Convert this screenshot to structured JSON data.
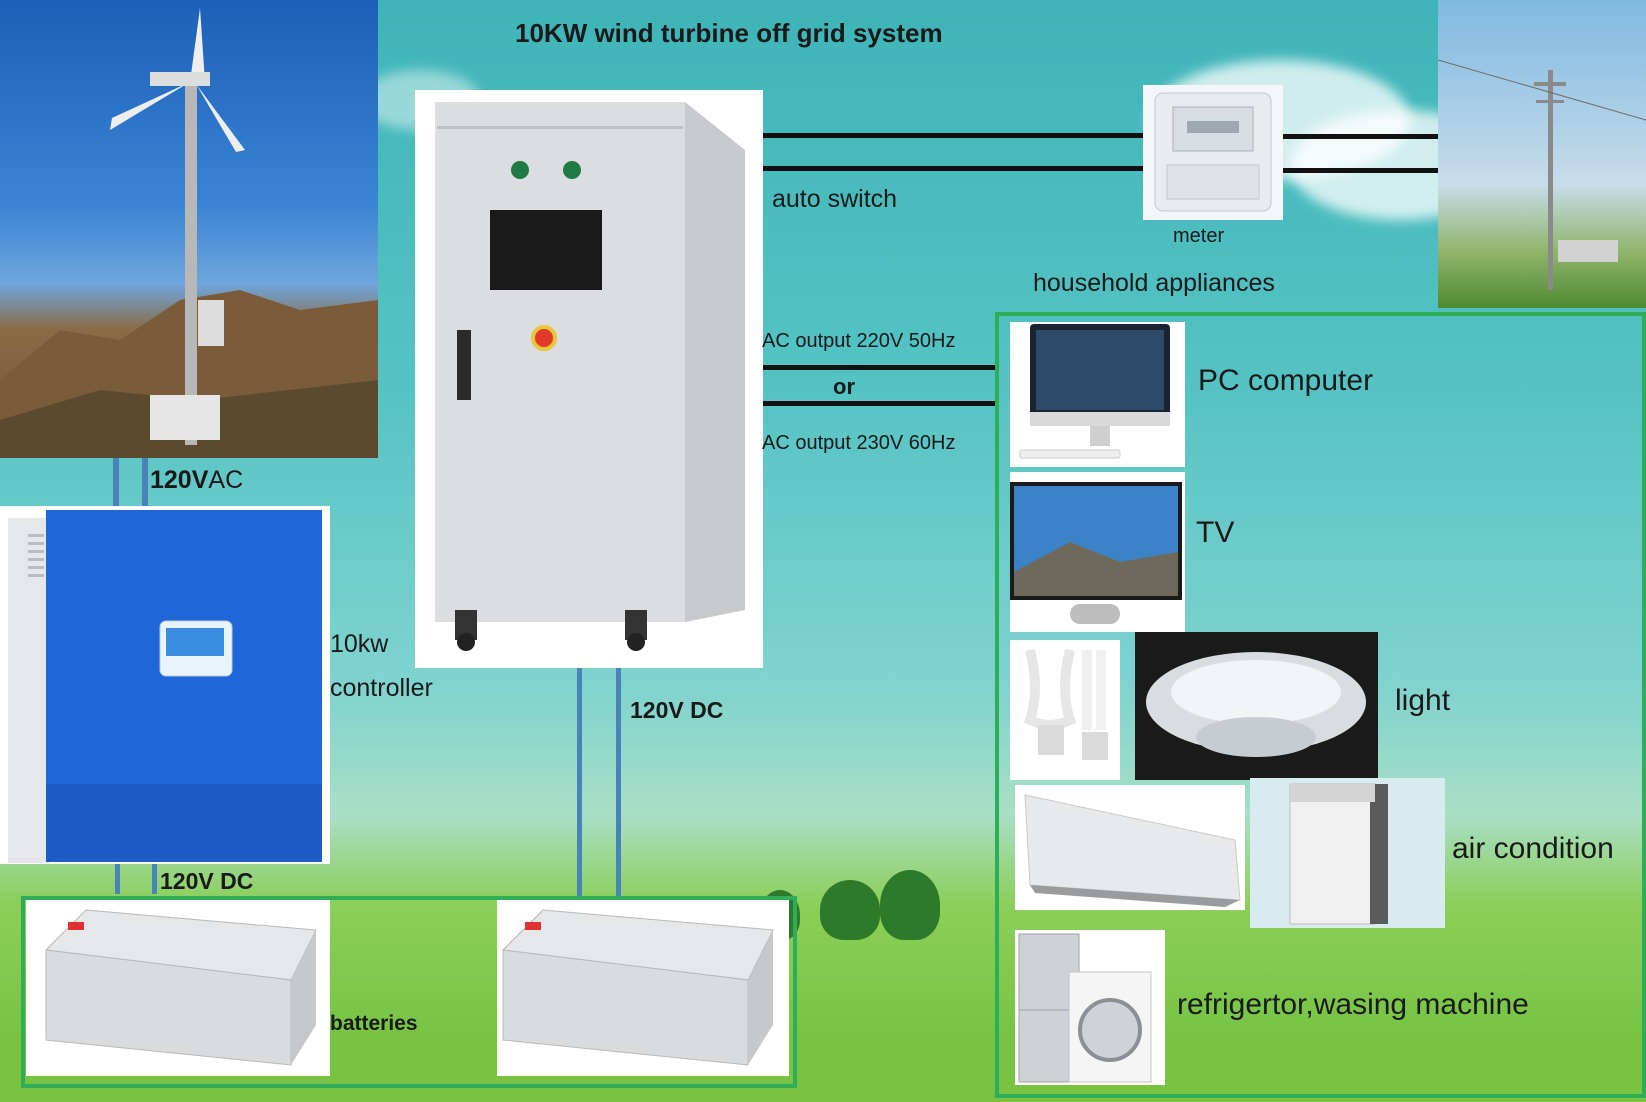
{
  "title": "10KW  wind turbine off grid system",
  "labels": {
    "wind_voltage_num": "120V",
    "wind_voltage_unit": "AC",
    "controller_line1": "10kw",
    "controller_line2": "controller",
    "controller_dc": "120V DC",
    "inverter_dc": "120V DC",
    "batteries": "batteries",
    "auto_switch": "auto switch",
    "meter": "meter",
    "household": "household appliances",
    "ac_out_1": "AC output 220V 50Hz",
    "ac_or": "or",
    "ac_out_2": "AC output 230V 60Hz"
  },
  "appliances": [
    {
      "label": "PC computer"
    },
    {
      "label": "TV"
    },
    {
      "label": "light"
    },
    {
      "label": "air condition"
    },
    {
      "label": "refrigertor,wasing machine"
    }
  ],
  "colors": {
    "panel_border": "#2eae58",
    "dc_wire": "#4a83b8",
    "ac_wire": "#111111",
    "controller_blue": "#1f66d8"
  }
}
